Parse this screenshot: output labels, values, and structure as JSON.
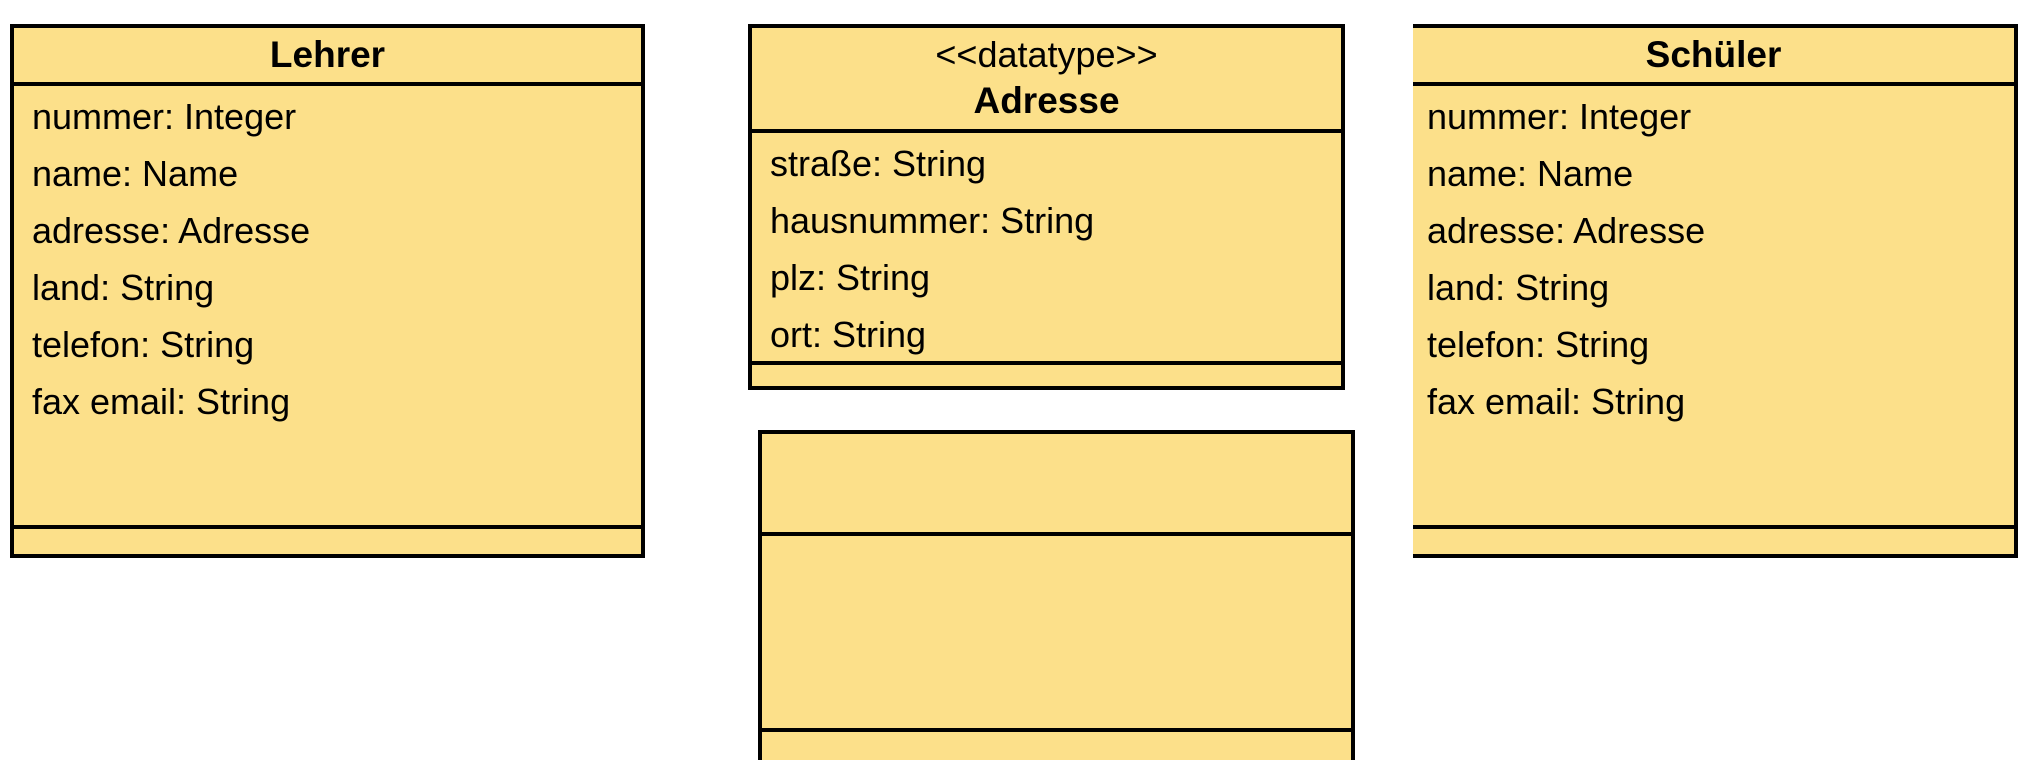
{
  "diagram": {
    "type": "uml-class-diagram",
    "background_color": "#ffffff",
    "box_fill_color": "#fce08a",
    "border_color": "#000000",
    "text_color": "#000000"
  },
  "classes": [
    {
      "id": "lehrer",
      "stereotype": "",
      "name": "Lehrer",
      "attributes": [
        "nummer: Integer",
        "name: Name",
        "adresse: Adresse",
        "land: String",
        "telefon: String",
        "fax email: String"
      ],
      "operations": []
    },
    {
      "id": "adresse",
      "stereotype": "<<datatype>>",
      "name": "Adresse",
      "attributes": [
        "straße: String",
        "hausnummer: String",
        "plz: String",
        "ort: String"
      ],
      "operations": []
    },
    {
      "id": "blank",
      "stereotype": "",
      "name": "",
      "attributes": [],
      "operations": []
    },
    {
      "id": "schueler",
      "stereotype": "",
      "name": "Schüler",
      "attributes": [
        "nummer: Integer",
        "name: Name",
        "adresse: Adresse",
        "land: String",
        "telefon: String",
        "fax email: String"
      ],
      "operations": []
    }
  ]
}
